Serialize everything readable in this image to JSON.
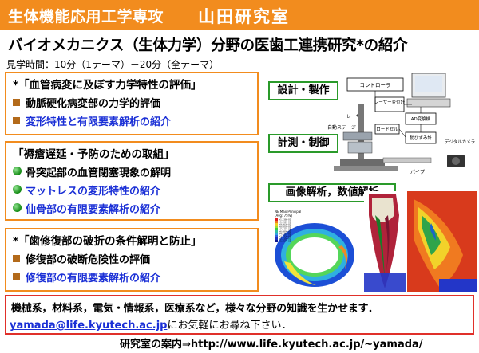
{
  "header": {
    "dept": "生体機能応用工学専攻",
    "lab": "山田研究室"
  },
  "subtitle": "バイオメカニクス（生体力学）分野の医歯工連携研究*の紹介",
  "visit_time": "見学時間：10分（1テーマ）－20分（全テーマ）",
  "sections": [
    {
      "title": "*「血管病変に及ぼす力学特性の評価」",
      "items": [
        {
          "text": "動脈硬化病変部の力学的評価",
          "style": "black"
        },
        {
          "text": "変形特性と有限要素解析の紹介",
          "style": "blue"
        }
      ]
    },
    {
      "title": "「褥瘡遅延・予防のための取組」",
      "items": [
        {
          "text": "骨突起部の血管閉塞現象の解明",
          "style": "black"
        },
        {
          "text": "マットレスの変形特性の紹介",
          "style": "blue"
        },
        {
          "text": "仙骨部の有限要素解析の紹介",
          "style": "blue"
        }
      ]
    },
    {
      "title": "*「歯修復部の破折の条件解明と防止」",
      "items": [
        {
          "text": "修復部の破断危険性の評価",
          "style": "black"
        },
        {
          "text": "修復部の有限要素解析の紹介",
          "style": "blue"
        }
      ]
    }
  ],
  "figure_labels": {
    "design": "設計・製作",
    "measure": "計測・制御",
    "analysis": "画像解析，数値解析"
  },
  "apparatus": {
    "controller": "コントローラ",
    "laser_disp": "レーザー変位計",
    "ad": "AD変換機",
    "laser": "レーザー",
    "auto_stage": "自動ステージ",
    "load_cell": "ロードセル",
    "strain": "動ひずみ計",
    "camera": "デジタルカメラ",
    "pipe": "パイプ"
  },
  "fe_legend": {
    "title": "NE Max Principal",
    "unit": "(Avg: 75%)",
    "values": [
      "+1.238e-01",
      "+1.112e-01",
      "+9.863e-02",
      "+8.605e-02",
      "+7.347e-02",
      "+6.089e-02",
      "+4.831e-02",
      "+3.573e-02",
      "+2.315e-02",
      "+1.057e-02"
    ]
  },
  "bottom": {
    "line1": "機械系，材料系，電気・情報系，医療系など，様々な分野の知識を生かせます．",
    "email": "yamada@life.kyutech.ac.jp",
    "line2_suffix": "にお気軽にお尋ね下さい．"
  },
  "footer": "研究室の案内⇒http://www.life.kyutech.ac.jp/~yamada/",
  "colors": {
    "orange": "#f28c1e",
    "blue": "#1a2fd6",
    "green": "#2a9a2a",
    "red": "#e0302a"
  }
}
